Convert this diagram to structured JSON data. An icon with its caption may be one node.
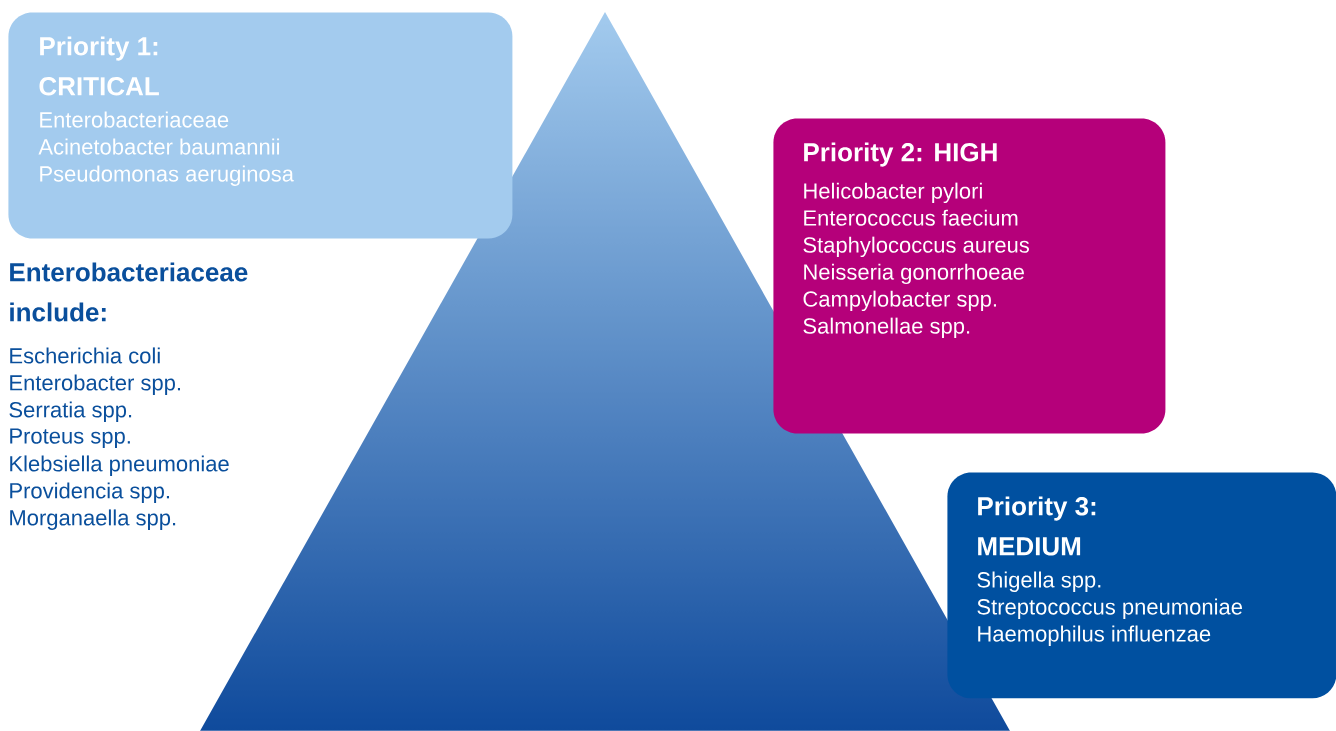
{
  "diagram": {
    "nodes": [
      {
        "text": [
          "Priority 1: CRITICAL",
          "Enterobacteriaceae",
          "Acinetobacter baumannii",
          "Pseudomonas aeruginosa"
        ]
      },
      {
        "text": [
          "Priority 2: HIGH",
          "Helicobacter pylori",
          "Enterococcus faecium",
          "Staphylococcus aureus",
          "Neisseria gonorrhoeae",
          "Campylobacter spp.",
          "Salmonellae spp."
        ]
      },
      {
        "text": [
          "Priority 3: MEDIUM",
          "Shigella spp.",
          "Streptococcus pneumoniae",
          "Haemophilus influenzae"
        ]
      }
    ],
    "labels": [
      "Enterobacteriaceae include:",
      "Escherichia coli",
      "Enterobacter spp.",
      "Serratia spp.",
      "Proteus spp.",
      "Klebsiella pneumoniae",
      "Providencia spp.",
      "Morganaella spp."
    ]
  }
}
